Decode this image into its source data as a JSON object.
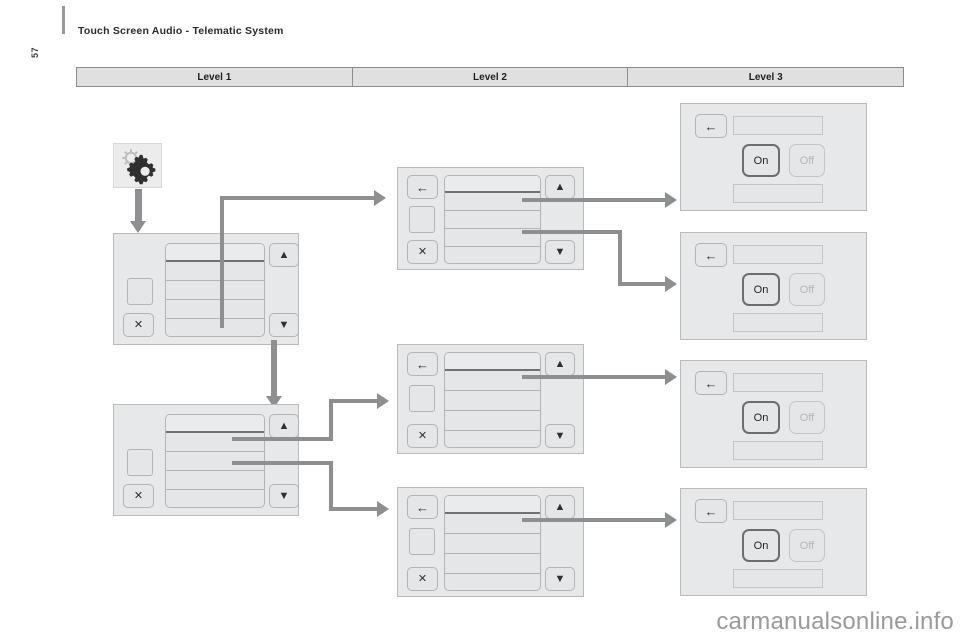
{
  "page": {
    "number": "57",
    "title": "Touch Screen Audio - Telematic System",
    "watermark": "carmanualsonline.info",
    "background": "#ffffff"
  },
  "colors": {
    "screen_bg": "#e6e8e9",
    "screen_border": "#b9bbbc",
    "button_bg": "#e4e6e7",
    "button_border": "#b2b4b5",
    "connector": "#8d8f90",
    "header_bg": "#e0e0e0",
    "header_border": "#8d8d8d",
    "selected_border": "#6b6d6e",
    "disabled_text": "#b4b6b7",
    "title_text": "#2b2b2b",
    "watermark_text": "#9a9a9a"
  },
  "level_header": {
    "columns": [
      {
        "label": "Level 1"
      },
      {
        "label": "Level 2"
      },
      {
        "label": "Level 3"
      }
    ]
  },
  "source_icon": {
    "name": "settings-gears-icon",
    "label": ""
  },
  "glyphs": {
    "back": "←",
    "up": "▲",
    "down": "▼",
    "close": "✕"
  },
  "level1_screens": [
    {
      "id": "l1-screen-1",
      "rows": [
        {
          "label": "",
          "selected": true
        },
        {
          "label": "",
          "selected": false
        },
        {
          "label": "",
          "selected": false
        },
        {
          "label": "",
          "selected": false
        },
        {
          "label": "",
          "selected": false
        }
      ],
      "buttons": {
        "up": "up-arrow-button",
        "down": "down-arrow-button",
        "close": "close-button"
      }
    },
    {
      "id": "l1-screen-2",
      "rows": [
        {
          "label": "",
          "selected": true
        },
        {
          "label": "",
          "selected": false
        },
        {
          "label": "",
          "selected": false
        },
        {
          "label": "",
          "selected": false
        },
        {
          "label": "",
          "selected": false
        }
      ],
      "buttons": {
        "up": "up-arrow-button",
        "down": "down-arrow-button",
        "close": "close-button"
      }
    }
  ],
  "level2_screens": [
    {
      "id": "l2-screen-1",
      "rows": [
        {
          "label": "",
          "selected": true
        },
        {
          "label": "",
          "selected": false
        },
        {
          "label": "",
          "selected": false
        },
        {
          "label": "",
          "selected": false
        },
        {
          "label": "",
          "selected": false
        }
      ],
      "buttons": {
        "back": "back-button",
        "up": "up-arrow-button",
        "down": "down-arrow-button",
        "close": "close-button"
      }
    },
    {
      "id": "l2-screen-2",
      "rows": [
        {
          "label": "",
          "selected": true
        },
        {
          "label": "",
          "selected": false
        },
        {
          "label": "",
          "selected": false
        },
        {
          "label": "",
          "selected": false
        },
        {
          "label": "",
          "selected": false
        }
      ],
      "buttons": {
        "back": "back-button",
        "up": "up-arrow-button",
        "down": "down-arrow-button",
        "close": "close-button"
      }
    },
    {
      "id": "l2-screen-3",
      "rows": [
        {
          "label": "",
          "selected": true
        },
        {
          "label": "",
          "selected": false
        },
        {
          "label": "",
          "selected": false
        },
        {
          "label": "",
          "selected": false
        },
        {
          "label": "",
          "selected": false
        }
      ],
      "buttons": {
        "back": "back-button",
        "up": "up-arrow-button",
        "down": "down-arrow-button",
        "close": "close-button"
      }
    }
  ],
  "level3_screens": [
    {
      "id": "l3-screen-1",
      "title": "",
      "on_label": "On",
      "off_label": "Off",
      "selected": "On",
      "buttons": {
        "back": "back-button"
      }
    },
    {
      "id": "l3-screen-2",
      "title": "",
      "on_label": "On",
      "off_label": "Off",
      "selected": "On",
      "buttons": {
        "back": "back-button"
      }
    },
    {
      "id": "l3-screen-3",
      "title": "",
      "on_label": "On",
      "off_label": "Off",
      "selected": "On",
      "buttons": {
        "back": "back-button"
      }
    },
    {
      "id": "l3-screen-4",
      "title": "",
      "on_label": "On",
      "off_label": "Off",
      "selected": "On",
      "buttons": {
        "back": "back-button"
      }
    }
  ]
}
